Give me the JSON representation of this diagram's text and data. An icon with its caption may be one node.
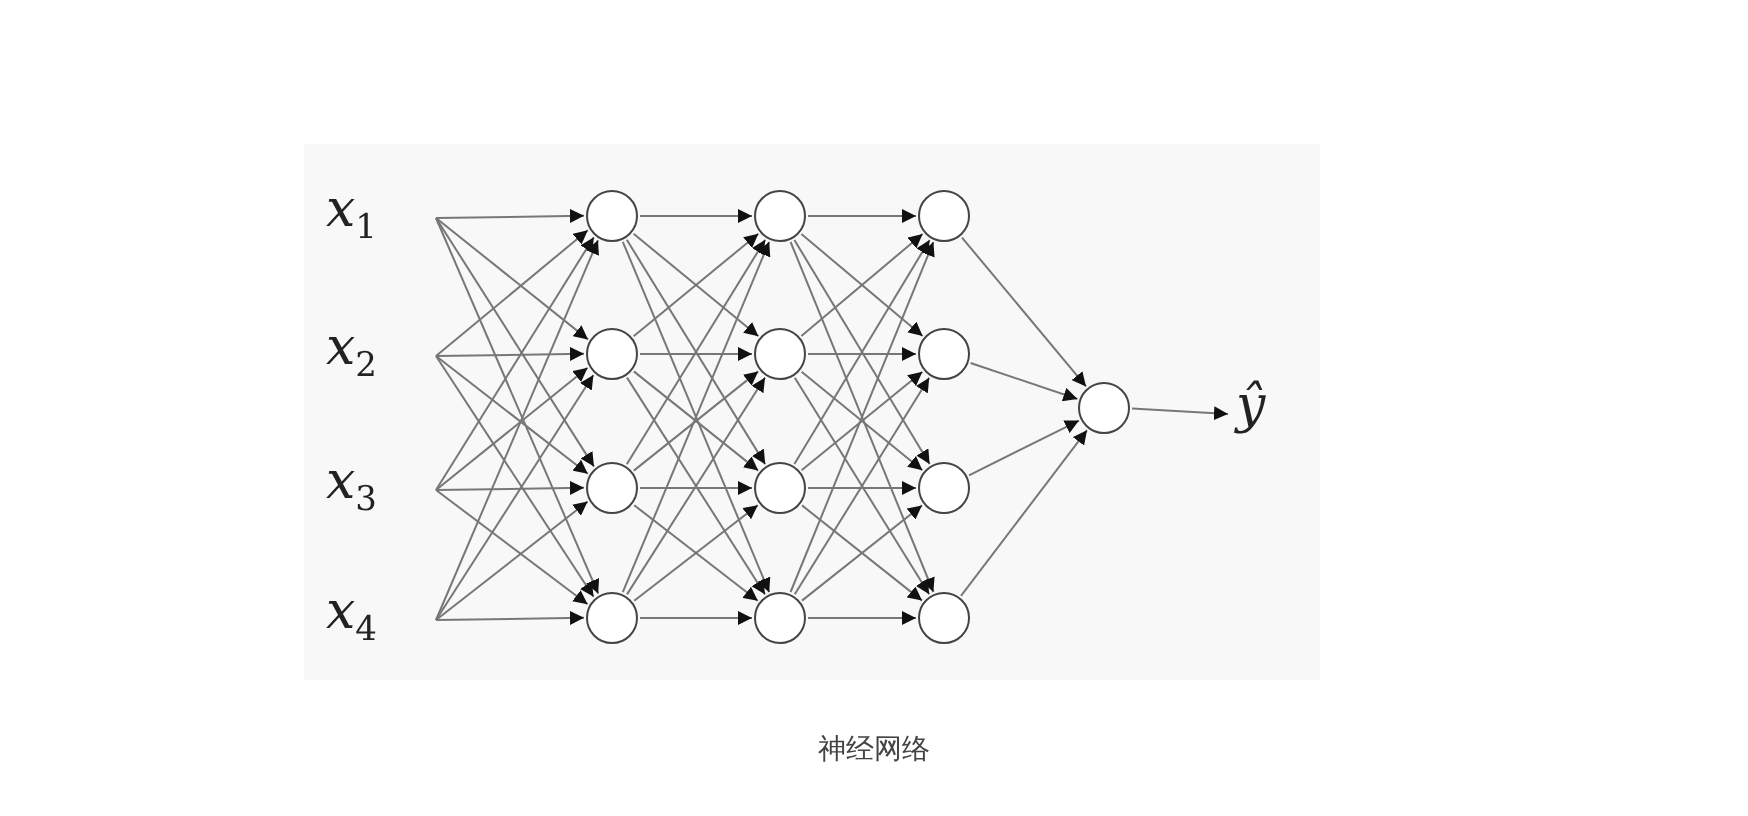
{
  "diagram": {
    "caption": "神经网络",
    "nodes": [
      {
        "text": [
          "x$_{1}$"
        ]
      },
      {
        "text": [
          "x$_{2}$"
        ]
      },
      {
        "text": [
          "x$_{3}$"
        ]
      },
      {
        "text": [
          "x$_{4}$"
        ]
      },
      {
        "text": [],
        "shape": "circle"
      },
      {
        "text": [],
        "shape": "circle"
      },
      {
        "text": [],
        "shape": "circle"
      },
      {
        "text": [],
        "shape": "circle"
      },
      {
        "text": [],
        "shape": "circle"
      },
      {
        "text": [],
        "shape": "circle"
      },
      {
        "text": [],
        "shape": "circle"
      },
      {
        "text": [],
        "shape": "circle"
      },
      {
        "text": [],
        "shape": "circle"
      },
      {
        "text": [],
        "shape": "circle"
      },
      {
        "text": [],
        "shape": "circle"
      },
      {
        "text": [],
        "shape": "circle"
      },
      {
        "text": [],
        "shape": "circle"
      },
      {
        "text": [
          "ŷ"
        ]
      }
    ],
    "edges": [
      {
        "from": 0,
        "to": 4,
        "arrow": "to"
      },
      {
        "from": 0,
        "to": 5,
        "arrow": "to"
      },
      {
        "from": 0,
        "to": 6,
        "arrow": "to"
      },
      {
        "from": 0,
        "to": 7,
        "arrow": "to"
      },
      {
        "from": 1,
        "to": 4,
        "arrow": "to"
      },
      {
        "from": 1,
        "to": 5,
        "arrow": "to"
      },
      {
        "from": 1,
        "to": 6,
        "arrow": "to"
      },
      {
        "from": 1,
        "to": 7,
        "arrow": "to"
      },
      {
        "from": 2,
        "to": 4,
        "arrow": "to"
      },
      {
        "from": 2,
        "to": 5,
        "arrow": "to"
      },
      {
        "from": 2,
        "to": 6,
        "arrow": "to"
      },
      {
        "from": 2,
        "to": 7,
        "arrow": "to"
      },
      {
        "from": 3,
        "to": 4,
        "arrow": "to"
      },
      {
        "from": 3,
        "to": 5,
        "arrow": "to"
      },
      {
        "from": 3,
        "to": 6,
        "arrow": "to"
      },
      {
        "from": 3,
        "to": 7,
        "arrow": "to"
      },
      {
        "from": 4,
        "to": 8,
        "arrow": "to"
      },
      {
        "from": 4,
        "to": 9,
        "arrow": "to"
      },
      {
        "from": 4,
        "to": 10,
        "arrow": "to"
      },
      {
        "from": 4,
        "to": 11,
        "arrow": "to"
      },
      {
        "from": 5,
        "to": 8,
        "arrow": "to"
      },
      {
        "from": 5,
        "to": 9,
        "arrow": "to"
      },
      {
        "from": 5,
        "to": 10,
        "arrow": "to"
      },
      {
        "from": 5,
        "to": 11,
        "arrow": "to"
      },
      {
        "from": 6,
        "to": 8,
        "arrow": "to"
      },
      {
        "from": 6,
        "to": 9,
        "arrow": "to"
      },
      {
        "from": 6,
        "to": 10,
        "arrow": "to"
      },
      {
        "from": 6,
        "to": 11,
        "arrow": "to"
      },
      {
        "from": 7,
        "to": 8,
        "arrow": "to"
      },
      {
        "from": 7,
        "to": 9,
        "arrow": "to"
      },
      {
        "from": 7,
        "to": 10,
        "arrow": "to"
      },
      {
        "from": 7,
        "to": 11,
        "arrow": "to"
      },
      {
        "from": 8,
        "to": 12,
        "arrow": "to"
      },
      {
        "from": 8,
        "to": 13,
        "arrow": "to"
      },
      {
        "from": 8,
        "to": 14,
        "arrow": "to"
      },
      {
        "from": 8,
        "to": 15,
        "arrow": "to"
      },
      {
        "from": 9,
        "to": 12,
        "arrow": "to"
      },
      {
        "from": 9,
        "to": 13,
        "arrow": "to"
      },
      {
        "from": 9,
        "to": 14,
        "arrow": "to"
      },
      {
        "from": 9,
        "to": 15,
        "arrow": "to"
      },
      {
        "from": 10,
        "to": 12,
        "arrow": "to"
      },
      {
        "from": 10,
        "to": 13,
        "arrow": "to"
      },
      {
        "from": 10,
        "to": 14,
        "arrow": "to"
      },
      {
        "from": 10,
        "to": 15,
        "arrow": "to"
      },
      {
        "from": 11,
        "to": 12,
        "arrow": "to"
      },
      {
        "from": 11,
        "to": 13,
        "arrow": "to"
      },
      {
        "from": 11,
        "to": 14,
        "arrow": "to"
      },
      {
        "from": 11,
        "to": 15,
        "arrow": "to"
      },
      {
        "from": 12,
        "to": 16,
        "arrow": "to"
      },
      {
        "from": 13,
        "to": 16,
        "arrow": "to"
      },
      {
        "from": 14,
        "to": 16,
        "arrow": "to"
      },
      {
        "from": 15,
        "to": 16,
        "arrow": "to"
      },
      {
        "from": 16,
        "to": 17,
        "arrow": "to"
      }
    ]
  }
}
